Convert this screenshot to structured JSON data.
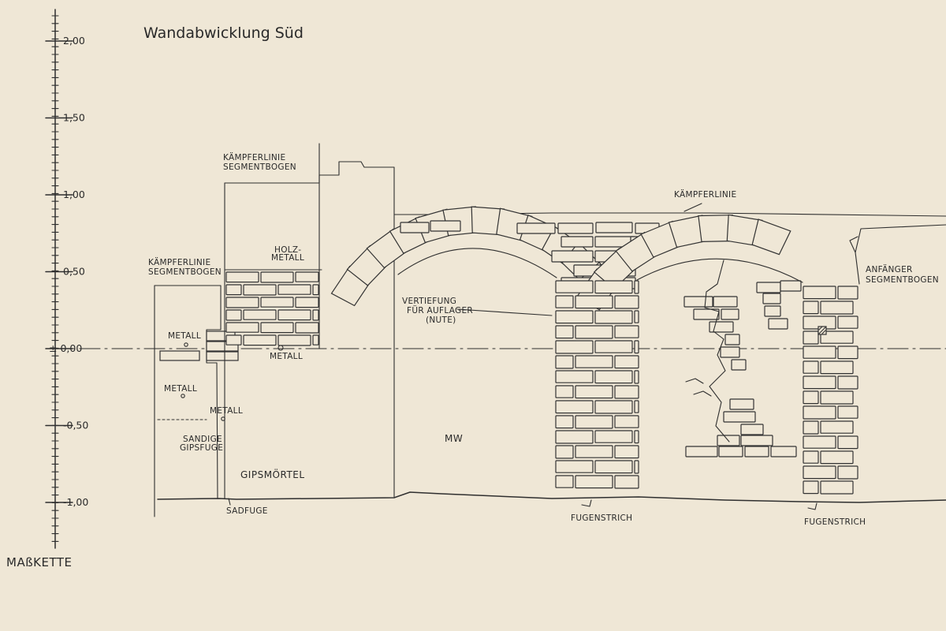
{
  "title": "Wandabwicklung Süd",
  "scale": {
    "name": "MAßKETTE",
    "ticks": [
      "2,00",
      "1,50",
      "1,00",
      "0,50",
      "0,00",
      "-0,50",
      "-1,00"
    ],
    "zero_prefix": "±"
  },
  "labels": {
    "kaempferlinie_segmentbogen_1": [
      "KÄMPFERLINIE",
      "SEGMENTBOGEN"
    ],
    "kaempferlinie_segmentbogen_2": [
      "KÄMPFERLINIE",
      "SEGMENTBOGEN"
    ],
    "kaempferlinie": "KÄMPFERLINIE",
    "anfaenger_segmentbogen": [
      "ANFÄNGER",
      "SEGMENTBOGEN"
    ],
    "holz_metall": [
      "HOLZ-",
      "METALL"
    ],
    "metall_1": "METALL",
    "metall_2": "METALL",
    "metall_3": "METALL",
    "metall_4": "METALL",
    "sandige_gipsfuge": [
      "SANDIGE",
      "GIPSFUGE"
    ],
    "gipsmoertel": "GIPSMÖRTEL",
    "sadfuge": "SADFUGE",
    "vertiefung": [
      "VERTIEFUNG",
      "FÜR AUFLAGER",
      "(NUTE)"
    ],
    "mw": "MW",
    "fugenstrich_1": "FUGENSTRICH",
    "fugenstrich_2": "FUGENSTRICH"
  },
  "colors": {
    "paper": "#efe7d6",
    "ink": "#2f2f2f"
  }
}
